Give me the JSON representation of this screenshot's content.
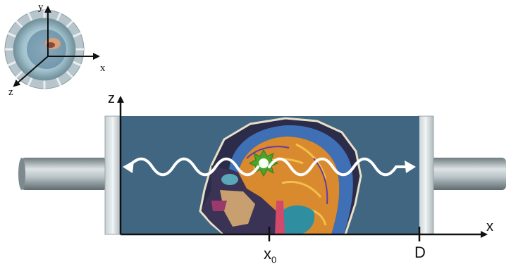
{
  "inset_axes": {
    "x_label": "x",
    "y_label": "y",
    "z_label": "z"
  },
  "main_axes": {
    "z_label": "z",
    "x_label": "x"
  },
  "ticks": {
    "x0_main": "x",
    "x0_sub": "0",
    "d_label": "D"
  },
  "colors": {
    "panel_bg": "#416682",
    "wave": "#ffffff",
    "source_burst": "#4aa52a",
    "tube": "#9aa7ac",
    "axis": "#111111"
  },
  "icons": [
    "ring-scanner-icon",
    "brain-scan-image",
    "photon-source-icon",
    "wave-arrow-icon"
  ]
}
